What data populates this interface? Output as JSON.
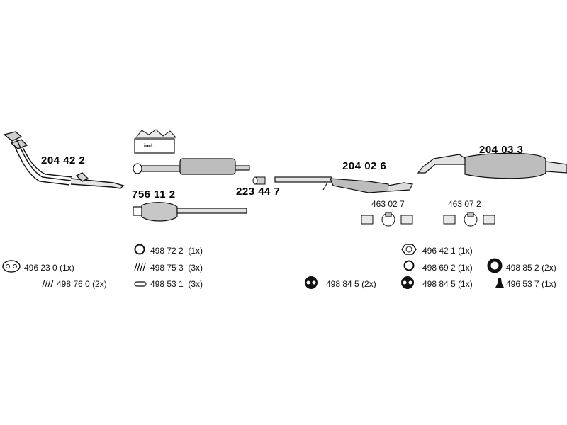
{
  "parts": {
    "front_pipe": "204 42 2",
    "front_muffler": "223 44 7",
    "catalyst": "756 11 2",
    "middle_muffler": "204 02 6",
    "rear_muffler": "204 03 3",
    "clamp_set_a": "463 02 7",
    "clamp_set_b": "463 07 2"
  },
  "incl_tag": "incl.",
  "accessories": [
    {
      "num": "496 23 0",
      "qty": "(1x)",
      "icon": "oval-gasket-icon"
    },
    {
      "num": "498 76 0",
      "qty": "(2x)",
      "icon": "spring-icon"
    },
    {
      "num": "498 72 2",
      "qty": "(1x)",
      "icon": "ring-icon"
    },
    {
      "num": "498 75 3",
      "qty": "(3x)",
      "icon": "spring-icon"
    },
    {
      "num": "498 53 1",
      "qty": "(3x)",
      "icon": "sleeve-icon"
    },
    {
      "num": "498 84 5",
      "qty": "(2x)",
      "icon": "rubber-mount-icon"
    },
    {
      "num": "496 42 1",
      "qty": "(1x)",
      "icon": "flange-gasket-icon"
    },
    {
      "num": "498 69 2",
      "qty": "(1x)",
      "icon": "ring-icon"
    },
    {
      "num": "498 84 5",
      "qty": "(1x)",
      "icon": "rubber-mount-icon"
    },
    {
      "num": "498 85 2",
      "qty": "(2x)",
      "icon": "rubber-ring-icon"
    },
    {
      "num": "496 53 7",
      "qty": "(1x)",
      "icon": "buffer-icon"
    }
  ]
}
